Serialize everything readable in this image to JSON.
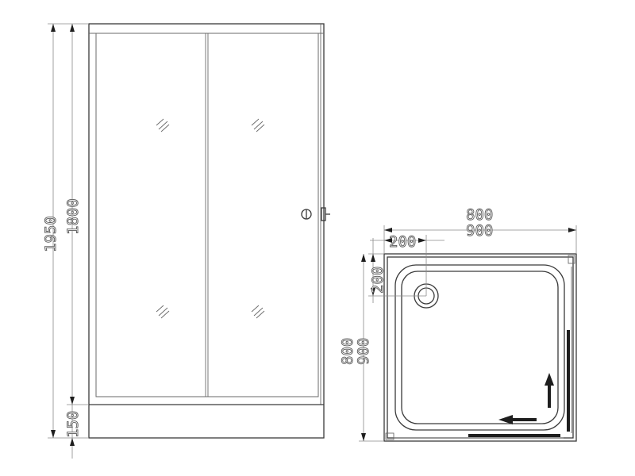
{
  "front_view": {
    "dim_total_height": "1950",
    "dim_door_height": "1800",
    "dim_tray_height": "150"
  },
  "plan_view": {
    "dim_width_a": "800",
    "dim_width_b": "900",
    "dim_depth_a": "800",
    "dim_depth_b": "900",
    "dim_drain_x": "200",
    "dim_drain_y": "200"
  },
  "colors": {
    "line": "#3a3a3a",
    "dim_line": "#8a8a8a",
    "arrow": "#1e1e1e"
  },
  "icons": [
    "glass-hatch-icon",
    "door-handle-icon",
    "drain-icon",
    "slide-arrow-left-icon",
    "slide-arrow-up-icon"
  ]
}
